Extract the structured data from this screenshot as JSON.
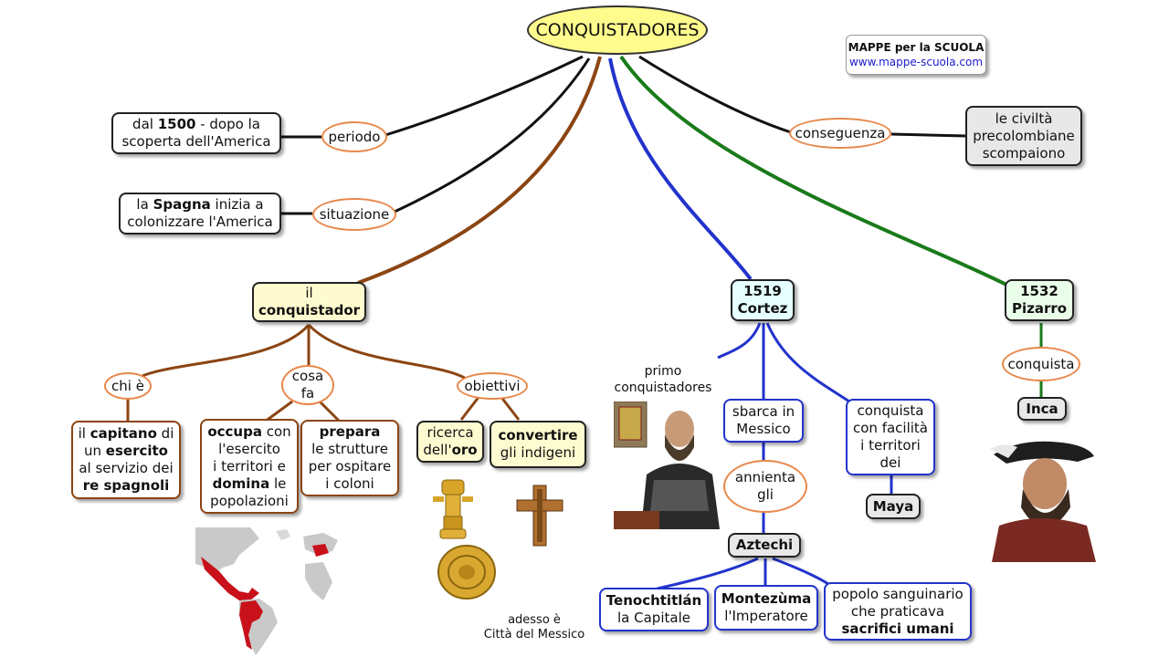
{
  "title": "CONQUISTADORES",
  "brand": {
    "line1": "MAPPE per la SCUOLA",
    "line2": "www.mappe-scuola.com"
  },
  "periodo": {
    "label": "periodo",
    "text_pre": "dal ",
    "text_bold": "1500",
    "text_post": " - dopo la",
    "text_line2": "scoperta dell'America"
  },
  "situazione": {
    "label": "situazione",
    "text_pre": "la ",
    "text_bold": "Spagna",
    "text_post": " inizia a",
    "text_line2": "colonizzare l'America"
  },
  "conseguenza": {
    "label": "conseguenza",
    "line1": "le civiltà",
    "line2": "precolombiane",
    "line3": "scompaiono"
  },
  "conquistador": {
    "line1": "il",
    "line2": "conquistador",
    "chi": {
      "label": "chi è",
      "l1_pre": "il ",
      "l1_bold": "capitano",
      "l1_post": " di",
      "l2_pre": "un ",
      "l2_bold": "esercito",
      "l3": "al servizio dei",
      "l4_bold": "re spagnoli"
    },
    "cosa": {
      "label1": "cosa",
      "label2": "fa",
      "occupa": {
        "l1_bold": "occupa",
        "l1_post": " con",
        "l2": "l'esercito",
        "l3": "i territori e",
        "l4_bold": "domina",
        "l4_post": " le",
        "l5": "popolazioni"
      },
      "prepara": {
        "l1_bold": "prepara",
        "l2": "le strutture",
        "l3": "per ospitare",
        "l4": "i coloni"
      }
    },
    "obiettivi": {
      "label": "obiettivi",
      "ricerca": {
        "l1": "ricerca",
        "l2_pre": "dell'",
        "l2_bold": "oro"
      },
      "convertire": {
        "l1_bold": "convertire",
        "l2": "gli indigeni"
      }
    }
  },
  "cortez": {
    "year": "1519",
    "name": "Cortez",
    "caption1": "primo",
    "caption2": "conquistadores",
    "sbarca": {
      "l1": "sbarca in",
      "l2": "Messico"
    },
    "annienta": {
      "l1": "annienta",
      "l2": "gli"
    },
    "aztechi": "Aztechi",
    "facilita": {
      "l1": "conquista",
      "l2": "con facilità",
      "l3": "i territori",
      "l4": "dei"
    },
    "maya": "Maya",
    "tenochtitlan": {
      "l1_bold": "Tenochtitlán",
      "l2": "la Capitale"
    },
    "adesso": {
      "l1": "adesso è",
      "l2": "Città del Messico"
    },
    "montezuma": {
      "l1_bold": "Montezùma",
      "l2": "l'Imperatore"
    },
    "popolo": {
      "l1": "popolo sanguinario",
      "l2": "che praticava",
      "l3_bold": "sacrifici umani"
    }
  },
  "pizarro": {
    "year": "1532",
    "name": "Pizarro",
    "conquista": "conquista",
    "inca": "Inca"
  },
  "colors": {
    "brown": "#8b4513",
    "blue": "#2233cc",
    "green": "#1a7a1a",
    "orange": "#e8874a",
    "title_bg": "#fffb8c"
  }
}
